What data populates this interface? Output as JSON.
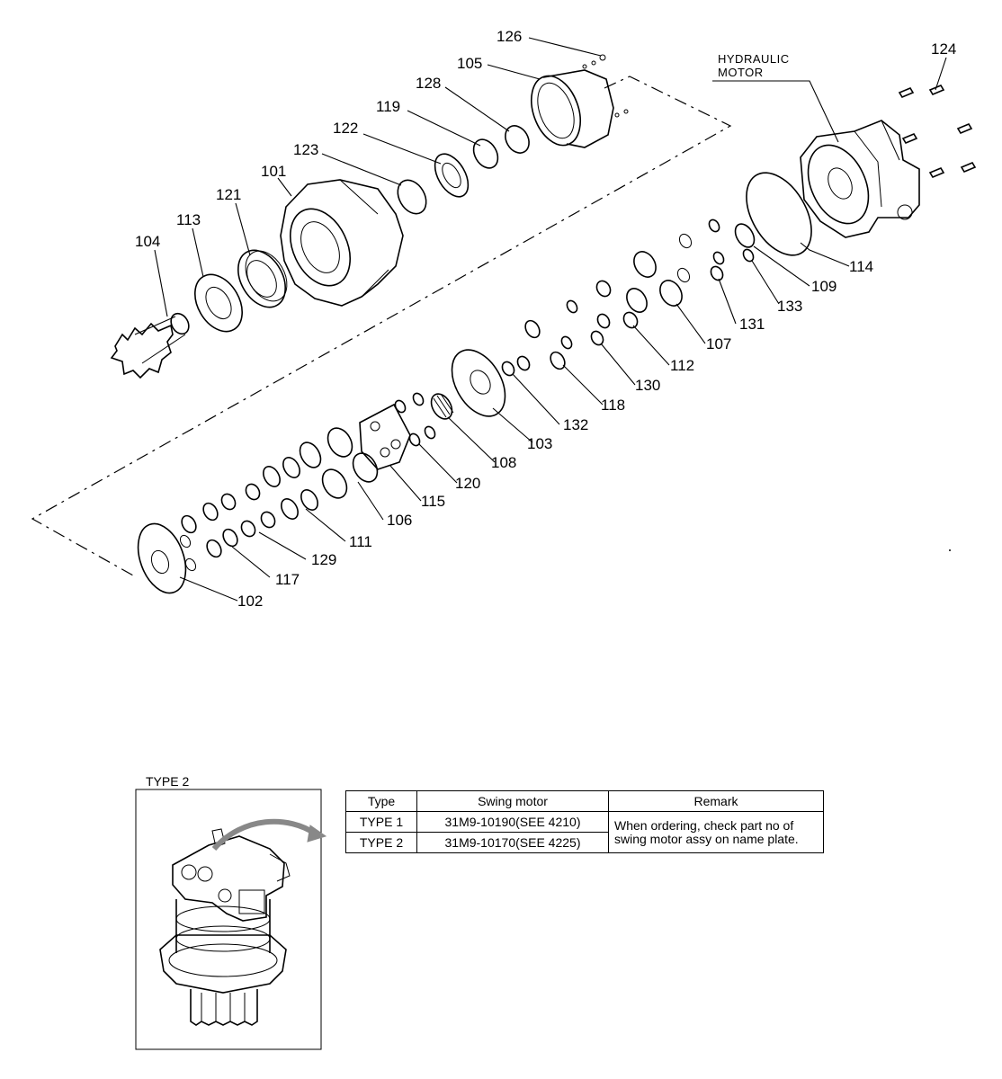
{
  "diagram": {
    "labels": {
      "l126": "126",
      "l105": "105",
      "l128": "128",
      "l119": "119",
      "l122": "122",
      "l123": "123",
      "l101": "101",
      "l121": "121",
      "l113": "113",
      "l104": "104",
      "l124": "124",
      "l114": "114",
      "l109": "109",
      "l133": "133",
      "l131": "131",
      "l107": "107",
      "l112": "112",
      "l130": "130",
      "l118": "118",
      "l132": "132",
      "l103": "103",
      "l108": "108",
      "l120": "120",
      "l115": "115",
      "l106": "106",
      "l111": "111",
      "l129": "129",
      "l117": "117",
      "l102": "102"
    },
    "hydraulic_motor_line1": "HYDRAULIC",
    "hydraulic_motor_line2": "MOTOR"
  },
  "inset": {
    "title": "TYPE 2"
  },
  "table": {
    "headers": {
      "type": "Type",
      "motor": "Swing motor",
      "remark": "Remark"
    },
    "rows": [
      {
        "type": "TYPE 1",
        "motor": "31M9-10190(SEE 4210)"
      },
      {
        "type": "TYPE 2",
        "motor": "31M9-10170(SEE 4225)"
      }
    ],
    "remark": "When ordering, check part no of swing motor assy on name plate."
  }
}
